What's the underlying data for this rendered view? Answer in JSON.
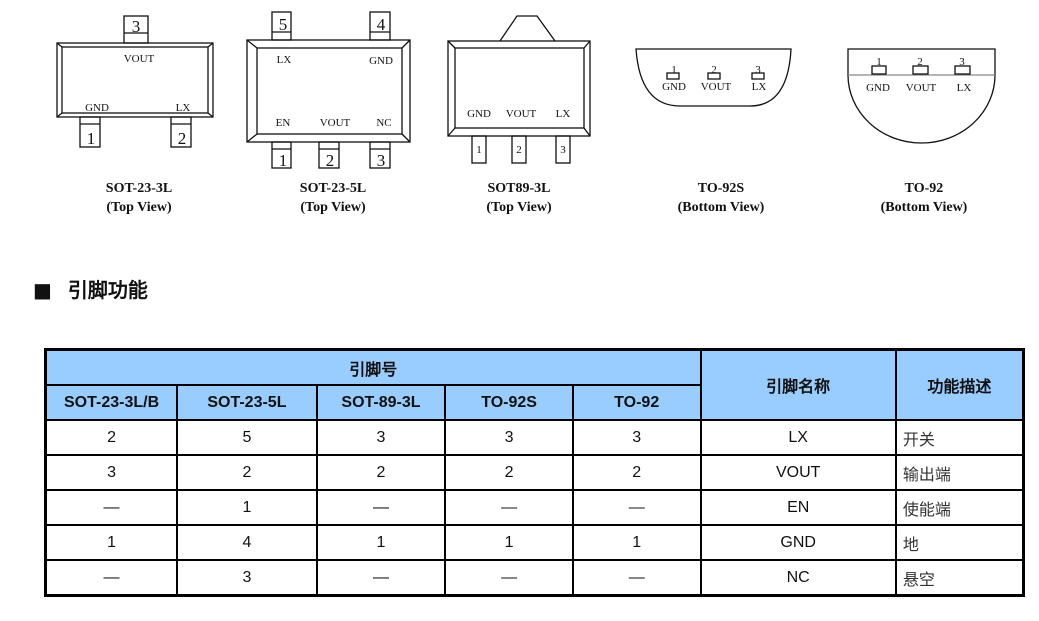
{
  "packages": [
    {
      "name": "SOT-23-3L",
      "view": "(Top View)",
      "pins": [
        "1",
        "2",
        "3"
      ],
      "labels": {
        "vout": "VOUT",
        "gnd": "GND",
        "lx": "LX"
      }
    },
    {
      "name": "SOT-23-5L",
      "view": "(Top View)",
      "pins": [
        "1",
        "2",
        "3",
        "4",
        "5"
      ],
      "labels": {
        "lx": "LX",
        "gnd": "GND",
        "en": "EN",
        "vout": "VOUT",
        "nc": "NC"
      }
    },
    {
      "name": "SOT89-3L",
      "view": "(Top View)",
      "pins": [
        "1",
        "2",
        "3"
      ],
      "labels": {
        "gnd": "GND",
        "vout": "VOUT",
        "lx": "LX"
      }
    },
    {
      "name": "TO-92S",
      "view": "(Bottom View)",
      "pins": [
        "1",
        "2",
        "3"
      ],
      "labels": {
        "gnd": "GND",
        "vout": "VOUT",
        "lx": "LX"
      }
    },
    {
      "name": "TO-92",
      "view": "(Bottom View)",
      "pins": [
        "1",
        "2",
        "3"
      ],
      "labels": {
        "gnd": "GND",
        "vout": "VOUT",
        "lx": "LX"
      }
    }
  ],
  "section": {
    "bullet": "■",
    "title": "引脚功能"
  },
  "table": {
    "group_header": "引脚号",
    "name_header": "引脚名称",
    "desc_header": "功能描述",
    "columns": [
      "SOT-23-3L/B",
      "SOT-23-5L",
      "SOT-89-3L",
      "TO-92S",
      "TO-92"
    ],
    "rows": [
      {
        "pins": [
          "2",
          "5",
          "3",
          "3",
          "3"
        ],
        "name": "LX",
        "desc": "开关"
      },
      {
        "pins": [
          "3",
          "2",
          "2",
          "2",
          "2"
        ],
        "name": "VOUT",
        "desc": "输出端"
      },
      {
        "pins": [
          "—",
          "1",
          "—",
          "—",
          "—"
        ],
        "name": "EN",
        "desc": "使能端"
      },
      {
        "pins": [
          "1",
          "4",
          "1",
          "1",
          "1"
        ],
        "name": "GND",
        "desc": "地"
      },
      {
        "pins": [
          "—",
          "3",
          "—",
          "—",
          "—"
        ],
        "name": "NC",
        "desc": "悬空"
      }
    ]
  }
}
